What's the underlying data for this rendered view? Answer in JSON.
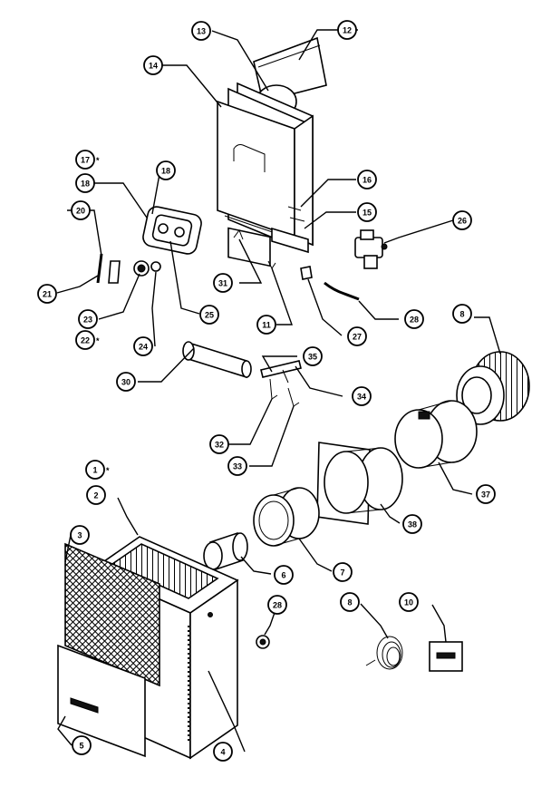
{
  "callouts": [
    {
      "id": "c1",
      "label": "1",
      "star": "*"
    },
    {
      "id": "c2",
      "label": "2"
    },
    {
      "id": "c3",
      "label": "3"
    },
    {
      "id": "c4",
      "label": "4"
    },
    {
      "id": "c5",
      "label": "5"
    },
    {
      "id": "c6",
      "label": "6"
    },
    {
      "id": "c7",
      "label": "7"
    },
    {
      "id": "c8a",
      "label": "8"
    },
    {
      "id": "c8b",
      "label": "8"
    },
    {
      "id": "c10",
      "label": "10"
    },
    {
      "id": "c11",
      "label": "11"
    },
    {
      "id": "c12",
      "label": "12"
    },
    {
      "id": "c13",
      "label": "13"
    },
    {
      "id": "c14",
      "label": "14"
    },
    {
      "id": "c15",
      "label": "15"
    },
    {
      "id": "c16",
      "label": "16"
    },
    {
      "id": "c17",
      "label": "17",
      "star": "*"
    },
    {
      "id": "c18a",
      "label": "18"
    },
    {
      "id": "c18b",
      "label": "18"
    },
    {
      "id": "c20",
      "label": "20"
    },
    {
      "id": "c21",
      "label": "21"
    },
    {
      "id": "c22",
      "label": "22",
      "star": "*"
    },
    {
      "id": "c23",
      "label": "23"
    },
    {
      "id": "c24",
      "label": "24"
    },
    {
      "id": "c25",
      "label": "25"
    },
    {
      "id": "c26",
      "label": "26"
    },
    {
      "id": "c27",
      "label": "27"
    },
    {
      "id": "c28a",
      "label": "28"
    },
    {
      "id": "c28b",
      "label": "28"
    },
    {
      "id": "c30",
      "label": "30"
    },
    {
      "id": "c31",
      "label": "31"
    },
    {
      "id": "c32",
      "label": "32"
    },
    {
      "id": "c33",
      "label": "33"
    },
    {
      "id": "c34",
      "label": "34"
    },
    {
      "id": "c35",
      "label": "35"
    },
    {
      "id": "c37",
      "label": "37"
    },
    {
      "id": "c38",
      "label": "38"
    }
  ]
}
